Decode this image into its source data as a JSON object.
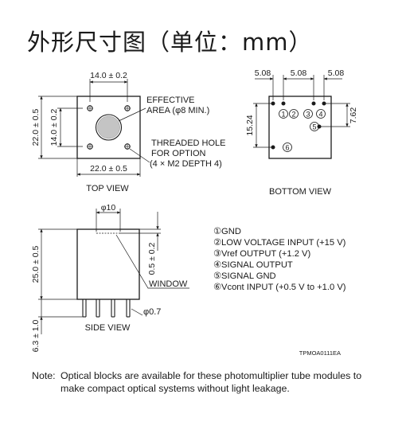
{
  "title": "外形尺寸图（单位：mm）",
  "top_view": {
    "dim_width_top": "14.0 ± 0.2",
    "dim_height_left": "22.0 ± 0.5",
    "dim_height_inner": "14.0 ± 0.2",
    "dim_width_bottom": "22.0 ± 0.5",
    "effective_line1": "EFFECTIVE",
    "effective_line2": "AREA (φ8 MIN.)",
    "threaded_line1": "THREADED HOLE",
    "threaded_line2": "FOR OPTION",
    "threaded_line3": "(4 × M2 DEPTH 4)",
    "label": "TOP VIEW"
  },
  "bottom_view": {
    "pitch_1": "5.08",
    "pitch_2": "5.08",
    "pitch_3": "5.08",
    "dim_left": "15.24",
    "dim_right": "7.62",
    "pins": [
      "1",
      "2",
      "3",
      "4",
      "5",
      "6"
    ],
    "label": "BOTTOM VIEW"
  },
  "side_view": {
    "dim_diameter_top": "φ10",
    "dim_height": "25.0 ± 0.5",
    "dim_recess": "0.5 ± 0.2",
    "dim_pin_length": "6.3 ± 1.0",
    "window_label": "WINDOW",
    "pin_diameter": "φ0.7",
    "label": "SIDE VIEW"
  },
  "pin_legend": [
    {
      "num": "①",
      "text": "GND"
    },
    {
      "num": "②",
      "text": "LOW VOLTAGE INPUT (+15 V)"
    },
    {
      "num": "③",
      "text": "Vref OUTPUT (+1.2 V)"
    },
    {
      "num": "④",
      "text": "SIGNAL OUTPUT"
    },
    {
      "num": "⑤",
      "text": "SIGNAL GND"
    },
    {
      "num": "⑥",
      "text": "Vcont INPUT (+0.5 V to +1.0 V)"
    }
  ],
  "drawing_code": "TPMOA0111EA",
  "note": {
    "label": "Note:",
    "text": "Optical blocks are available for these photomultiplier tube modules to make compact optical systems without light leakage."
  }
}
